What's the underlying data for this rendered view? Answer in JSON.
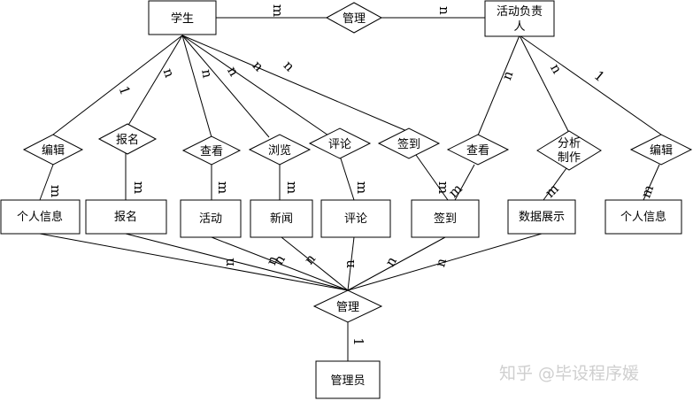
{
  "entities": {
    "student": "学生",
    "activity_manager_line1": "活动负责",
    "activity_manager_line2": "人",
    "personal_info_1": "个人信息",
    "signup": "报名",
    "activity": "活动",
    "news": "新闻",
    "comment": "评论",
    "signin": "签到",
    "data_display": "数据展示",
    "personal_info_2": "个人信息",
    "admin": "管理员"
  },
  "relationships": {
    "manage_top": "管理",
    "edit_1": "编辑",
    "signup": "报名",
    "view_1": "查看",
    "browse": "浏览",
    "comment": "评论",
    "signin": "签到",
    "view_2": "查看",
    "analyze_line1": "分析",
    "analyze_line2": "制作",
    "edit_2": "编辑",
    "manage_bottom": "管理"
  },
  "cardinalities": {
    "student_manage": "m",
    "manager_manage": "n",
    "student_edit": "1",
    "student_signup": "n",
    "student_view": "n",
    "student_browse": "n",
    "student_comment": "n",
    "student_signin": "n",
    "edit_info": "m",
    "signup_entity": "m",
    "view_activity": "m",
    "browse_news": "m",
    "comment_entity": "m",
    "signin_entity": "m",
    "manager_view": "n",
    "manager_analyze": "n",
    "manager_edit": "1",
    "view_signin": "m",
    "analyze_data": "m",
    "edit_info2": "m",
    "info_manage": "n",
    "signup_manage": "n",
    "activity_manage": "n",
    "news_manage": "n",
    "comment_manage": "n",
    "signin_manage": "n",
    "data_manage": "n",
    "admin_manage": "1"
  },
  "watermark": "知乎 @毕设程序媛"
}
